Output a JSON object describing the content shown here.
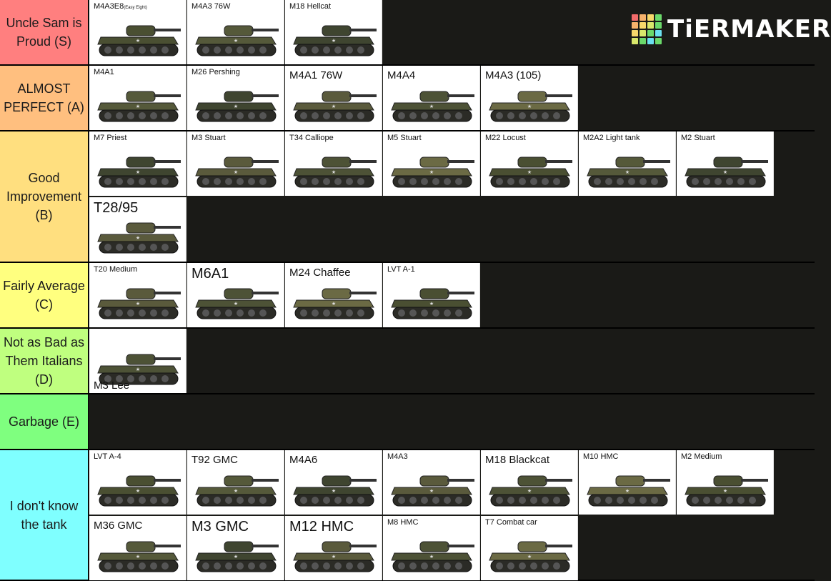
{
  "logo": {
    "text": "TiERMAKER",
    "grid_colors": [
      "#f26b6b",
      "#f7b26b",
      "#f7d86b",
      "#6bd96b",
      "#f7b26b",
      "#f7d86b",
      "#d9e86b",
      "#6bd96b",
      "#f7d86b",
      "#d9e86b",
      "#6bd96b",
      "#6be0f0",
      "#d9e86b",
      "#6bd96b",
      "#6be0f0",
      "#6bd96b"
    ]
  },
  "tiers": [
    {
      "label": "Uncle Sam is Proud (S)",
      "color": "#ff7f7f",
      "items": [
        {
          "name": "M4A3E8",
          "sub": "(Easy Eight)"
        },
        {
          "name": "M4A3 76W"
        },
        {
          "name": "M18 Hellcat"
        }
      ]
    },
    {
      "label": "ALMOST PERFECT (A)",
      "color": "#ffbf7f",
      "items": [
        {
          "name": "M4A1"
        },
        {
          "name": "M26 Pershing"
        },
        {
          "name": "M4A1 76W"
        },
        {
          "name": "M4A4"
        },
        {
          "name": "M4A3 (105)"
        }
      ]
    },
    {
      "label": "Good Improvement (B)",
      "color": "#ffdf7f",
      "items": [
        {
          "name": "M7 Priest"
        },
        {
          "name": "M3 Stuart"
        },
        {
          "name": "T34 Calliope"
        },
        {
          "name": "M5 Stuart"
        },
        {
          "name": "M22 Locust"
        },
        {
          "name": "M2A2 Light tank"
        },
        {
          "name": "M2 Stuart"
        },
        {
          "name": "T28/95"
        }
      ]
    },
    {
      "label": "Fairly Average (C)",
      "color": "#ffff7f",
      "items": [
        {
          "name": "T20 Medium"
        },
        {
          "name": "M6A1"
        },
        {
          "name": "M24 Chaffee"
        },
        {
          "name": "LVT A-1"
        }
      ]
    },
    {
      "label": "Not as Bad as Them Italians (D)",
      "color": "#bfff7f",
      "items": [
        {
          "name": "M3 Lee"
        }
      ]
    },
    {
      "label": "Garbage (E)",
      "color": "#7fff7f",
      "items": []
    },
    {
      "label": "I don't know the tank",
      "color": "#7fffff",
      "items": [
        {
          "name": "LVT A-4"
        },
        {
          "name": "T92 GMC"
        },
        {
          "name": "M4A6"
        },
        {
          "name": "M4A3"
        },
        {
          "name": "M18 Blackcat"
        },
        {
          "name": "M10 HMC"
        },
        {
          "name": "M2 Medium"
        },
        {
          "name": "M36 GMC"
        },
        {
          "name": "M3 GMC"
        },
        {
          "name": "M12 HMC"
        },
        {
          "name": "M8 HMC"
        },
        {
          "name": "T7 Combat car"
        }
      ]
    }
  ]
}
